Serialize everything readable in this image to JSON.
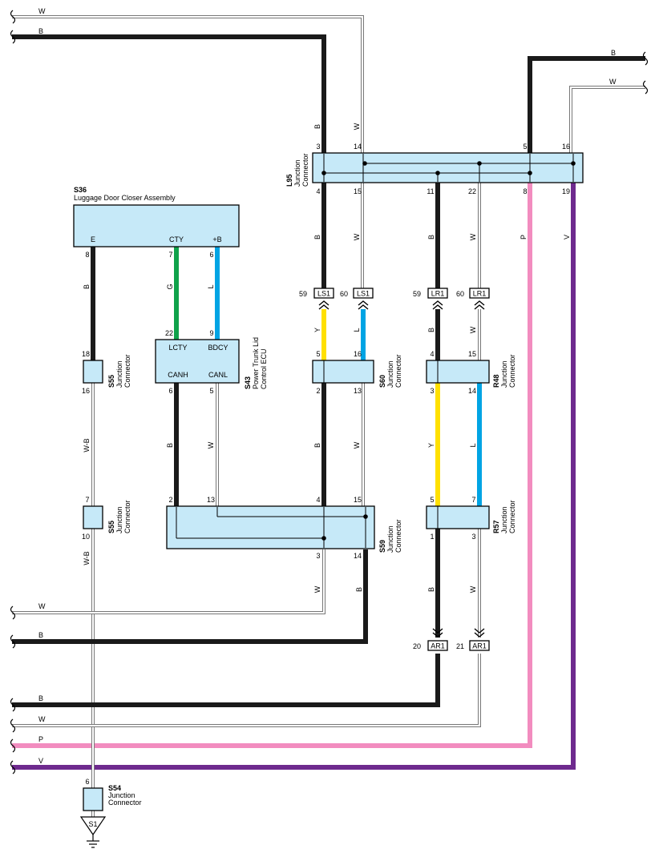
{
  "colors": {
    "B": "#1a1a1a",
    "W": "#ffffff",
    "G": "#0fa24a",
    "L": "#00a4e4",
    "Y": "#ffe000",
    "P": "#f28cbf",
    "V": "#6e2a8e",
    "WB": "#ffffff",
    "connector_fill": "#c6e9f8"
  },
  "wire_colors": {
    "b": "B",
    "w": "W",
    "g": "G",
    "l": "L",
    "y": "Y",
    "p": "P",
    "v": "V",
    "wb": "W-B"
  },
  "components": {
    "s36": {
      "code": "S36",
      "name": "Luggage Door Closer Assembly",
      "pin_e": "E",
      "pin_cty": "CTY",
      "pin_b": "+B",
      "p8": "8",
      "p7": "7",
      "p6": "6"
    },
    "s43": {
      "code": "S43",
      "name1": "Power Trunk Lid",
      "name2": "Control ECU",
      "lcty": "LCTY",
      "bdcy": "BDCY",
      "canh": "CANH",
      "canl": "CANL",
      "p22": "22",
      "p9": "9",
      "p6": "6",
      "p5": "5"
    },
    "s55a": {
      "code": "S55",
      "name1": "Junction",
      "name2": "Connector",
      "top": "18",
      "bottom": "16"
    },
    "s55b": {
      "code": "S55",
      "name1": "Junction",
      "name2": "Connector",
      "top": "7",
      "bottom": "10"
    },
    "s54": {
      "code": "S54",
      "name1": "Junction",
      "name2": "Connector",
      "top": "6"
    },
    "l95": {
      "code": "L95",
      "name1": "Junction",
      "name2": "Connector",
      "t3": "3",
      "t14": "14",
      "t5": "5",
      "t16": "16",
      "b4": "4",
      "b15": "15",
      "b11": "11",
      "b22": "22",
      "b8": "8",
      "b19": "19"
    },
    "s60": {
      "code": "S60",
      "name1": "Junction",
      "name2": "Connector",
      "t5": "5",
      "t16": "16",
      "b2": "2",
      "b13": "13"
    },
    "r48": {
      "code": "R48",
      "name1": "Junction",
      "name2": "Connector",
      "t4": "4",
      "t15": "15",
      "b3": "3",
      "b14": "14"
    },
    "s59": {
      "code": "S59",
      "name1": "Junction",
      "name2": "Connector",
      "t2": "2",
      "t13": "13",
      "t4": "4",
      "t15": "15",
      "b3": "3",
      "b14": "14"
    },
    "r57": {
      "code": "R57",
      "name1": "Junction",
      "name2": "Connector",
      "t5": "5",
      "t7": "7",
      "b1": "1",
      "b3": "3"
    }
  },
  "inline_connectors": {
    "ls1": "LS1",
    "lr1": "LR1",
    "ar1": "AR1",
    "ls1_59": "59",
    "ls1_60": "60",
    "lr1_59": "59",
    "lr1_60": "60",
    "ar1_20": "20",
    "ar1_21": "21"
  },
  "ground": {
    "label": "S1"
  }
}
